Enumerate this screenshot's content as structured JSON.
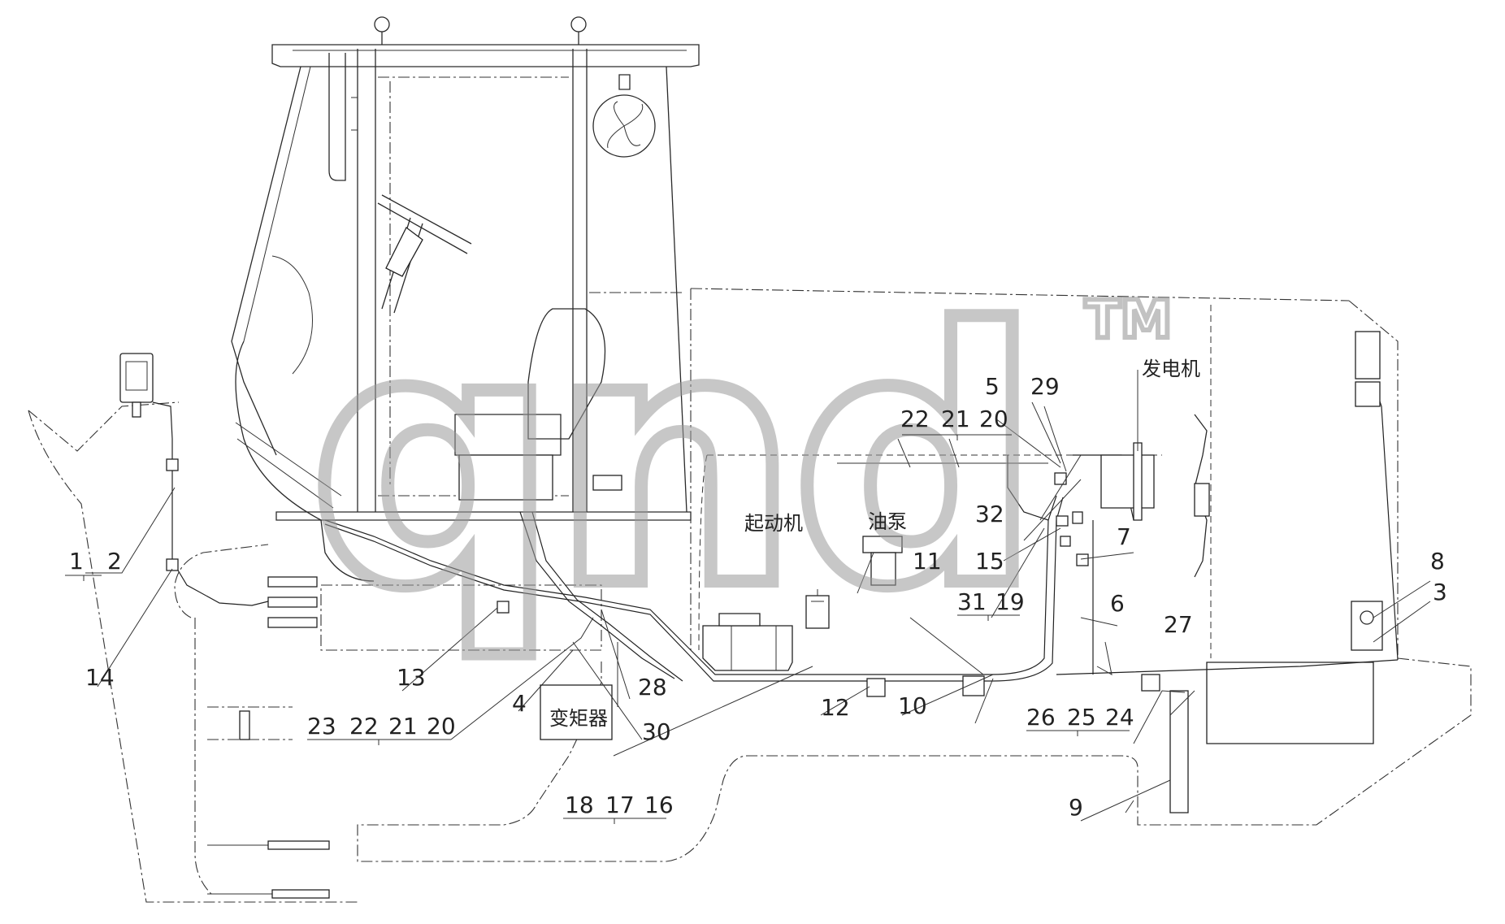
{
  "labels": {
    "generator": "发电机",
    "starter": "起动机",
    "oil_pump": "油泵",
    "torque_converter": "变矩器"
  },
  "watermark": {
    "text": "qnd",
    "tm": "TM"
  },
  "callouts": {
    "n1": "1",
    "n2": "2",
    "n3": "3",
    "n4": "4",
    "n5": "5",
    "n6": "6",
    "n7": "7",
    "n8": "8",
    "n9": "9",
    "n10": "10",
    "n11": "11",
    "n12": "12",
    "n13": "13",
    "n14": "14",
    "n15": "15",
    "n16": "16",
    "n17": "17",
    "n18": "18",
    "n19": "19",
    "n20a": "20",
    "n20b": "20",
    "n21a": "21",
    "n21b": "21",
    "n22a": "22",
    "n22b": "22",
    "n23": "23",
    "n24": "24",
    "n25": "25",
    "n26": "26",
    "n27": "27",
    "n28": "28",
    "n29": "29",
    "n30": "30",
    "n31": "31",
    "n32": "32"
  }
}
